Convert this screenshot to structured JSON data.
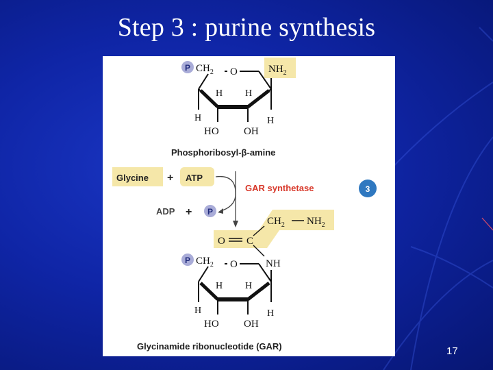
{
  "slide": {
    "title": "Step 3 : purine synthesis",
    "page_number": "17"
  },
  "figure": {
    "reactant_name": "Phosphoribosyl-β-amine",
    "product_name": "Glycinamide ribonucleotide (GAR)",
    "enzyme": "GAR synthetase",
    "step_number": "3",
    "inputs": [
      "Glycine",
      "+",
      "ATP"
    ],
    "outputs": [
      "ADP",
      "+",
      "P"
    ],
    "phosphate_symbol": "P",
    "ring_labels": {
      "ch2": "CH",
      "ch2_sub": "2",
      "o": "O",
      "h": "H",
      "ho": "HO",
      "oh": "OH",
      "nh2": "NH",
      "nh2_sub": "2",
      "nh": "NH"
    },
    "glycyl_labels": {
      "ch2": "CH",
      "ch2_sub": "2",
      "nh2": "NH",
      "nh2_sub": "2",
      "o": "O",
      "c": "C"
    }
  },
  "colors": {
    "background": "#0f25a6",
    "highlight": "#f5e7a9",
    "enzyme_text": "#d8392b",
    "step_badge": "#2f78c0",
    "phosphate_circle": "#a9acd8"
  }
}
